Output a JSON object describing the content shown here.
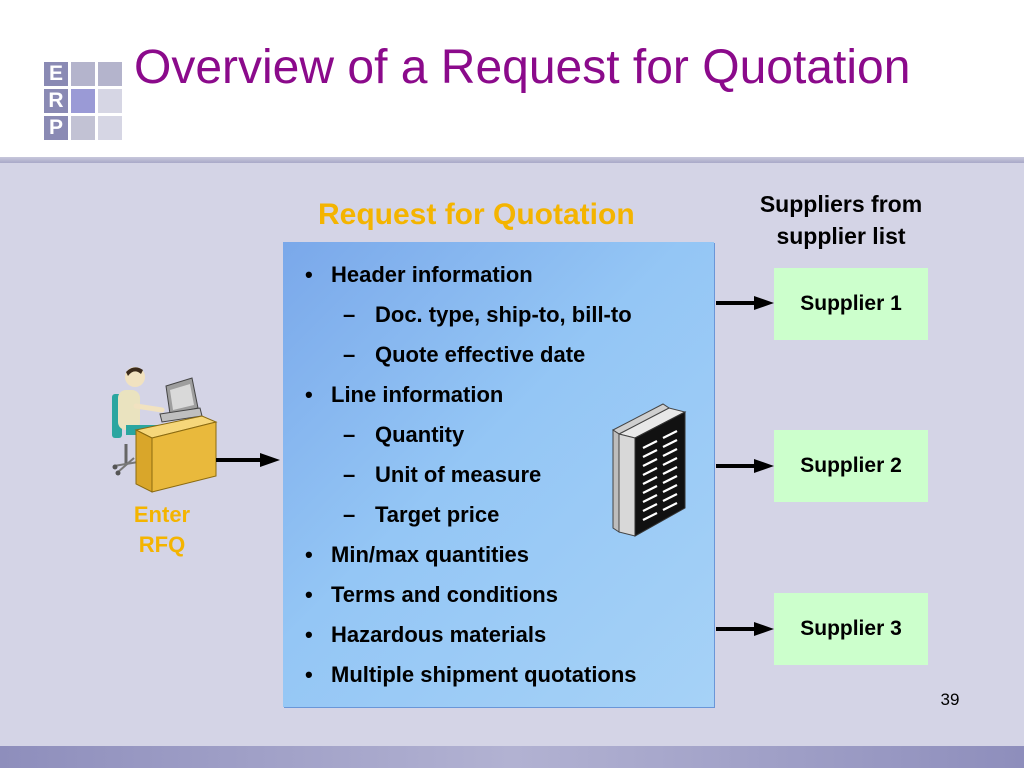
{
  "slide": {
    "title": "Overview of a Request for Quotation",
    "page_number": "39",
    "logo": {
      "letters": [
        "E",
        "R",
        "P"
      ]
    }
  },
  "rfq": {
    "heading": "Request for Quotation",
    "items": [
      {
        "level": 1,
        "text": "Header information"
      },
      {
        "level": 2,
        "text": "Doc. type, ship-to, bill-to"
      },
      {
        "level": 2,
        "text": "Quote effective date"
      },
      {
        "level": 1,
        "text": "Line information"
      },
      {
        "level": 2,
        "text": "Quantity"
      },
      {
        "level": 2,
        "text": "Unit of measure"
      },
      {
        "level": 2,
        "text": "Target price"
      },
      {
        "level": 1,
        "text": "Min/max quantities"
      },
      {
        "level": 1,
        "text": "Terms and conditions"
      },
      {
        "level": 1,
        "text": "Hazardous materials"
      },
      {
        "level": 1,
        "text": "Multiple shipment quotations"
      }
    ]
  },
  "suppliers": {
    "heading": "Suppliers from supplier list",
    "items": [
      "Supplier 1",
      "Supplier 2",
      "Supplier 3"
    ]
  },
  "enter": {
    "label": "Enter RFQ"
  },
  "icons": [
    "person-at-computer-icon",
    "document-stack-icon",
    "arrow-right-icon"
  ],
  "colors": {
    "title": "#8b0a8b",
    "accent_yellow": "#f4b400",
    "rfq_box": "#94c6f5",
    "supplier_box": "#ccffcc",
    "background": "#d4d4e6"
  }
}
